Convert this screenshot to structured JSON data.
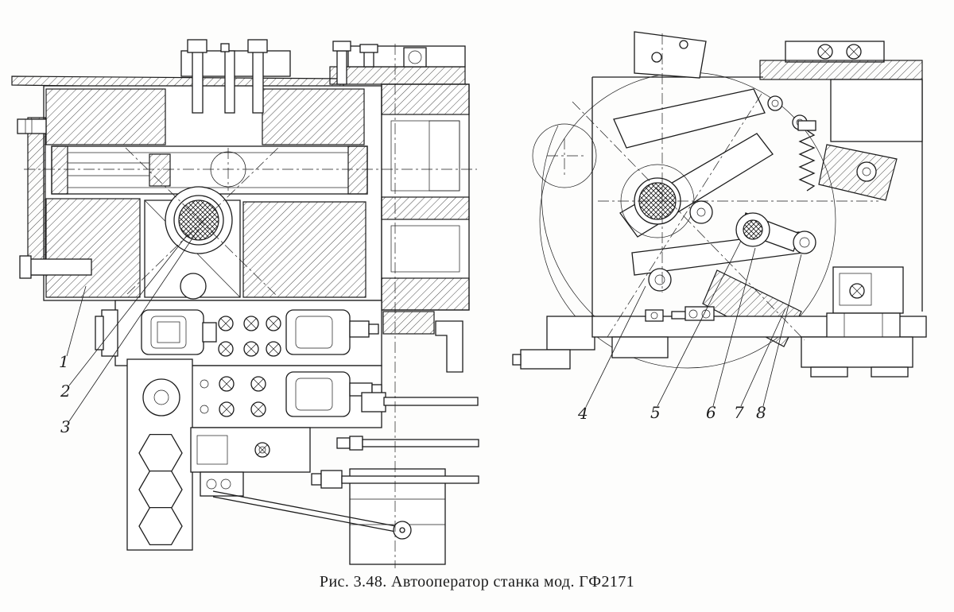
{
  "figure": {
    "caption": "Рис. 3.48. Автооператор станка мод. ГФ2171"
  },
  "callouts": {
    "labels": [
      "1",
      "2",
      "3",
      "4",
      "5",
      "6",
      "7",
      "8"
    ]
  },
  "colors": {
    "line": "#1c1c1c",
    "background": "#fdfdfc"
  }
}
